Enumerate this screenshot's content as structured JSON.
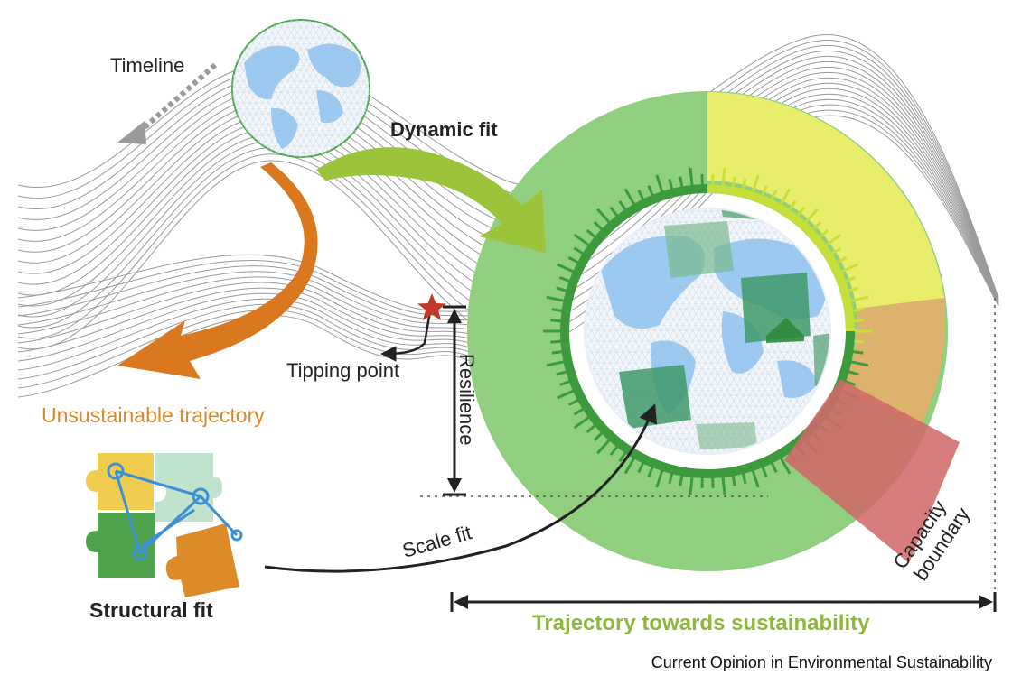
{
  "labels": {
    "timeline": "Timeline",
    "dynamic_fit": "Dynamic fit",
    "tipping_point": "Tipping point",
    "resilience": "Resilience",
    "unsustainable_trajectory": "Unsustainable trajectory",
    "structural_fit": "Structural fit",
    "scale_fit": "Scale fit",
    "capacity_boundary_line1": "Capacity",
    "capacity_boundary_line2": "boundary",
    "trajectory_towards_sustainability": "Trajectory towards sustainability",
    "source": "Current Opinion in Environmental Sustainability"
  },
  "colors": {
    "wave_lines": "#9a9a9a",
    "ring_green": "#8fcf7f",
    "ring_yellow": "#f2ef6a",
    "ring_orange": "#e3b06a",
    "capacity_red": "#d06a6a",
    "dark_green": "#3c9a3c",
    "lime_arrow": "#9cc43a",
    "orange_arrow": "#d9781e",
    "globe_blue": "#8ec2ee",
    "star_red": "#c0392b",
    "puzzle_yellow": "#f1cd4f",
    "puzzle_mint": "#bfe3cc",
    "puzzle_green": "#4fa34c",
    "puzzle_orange": "#dd8b28",
    "network_blue": "#3d8fd6",
    "label_orange": "#d9892e",
    "label_green": "#8db83a"
  },
  "icons": [
    "globe-icon",
    "star-icon",
    "puzzle-icon"
  ]
}
